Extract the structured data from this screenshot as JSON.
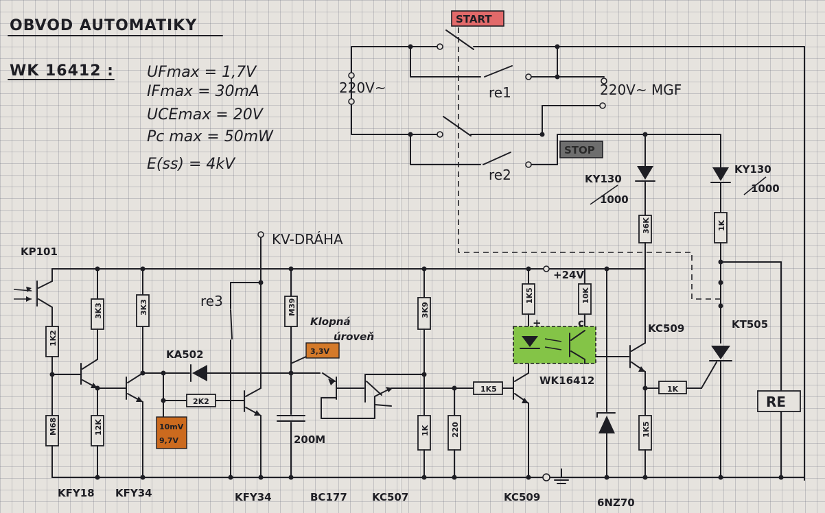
{
  "title": "OBVOD AUTOMATIKY",
  "spec": {
    "header": "WK 16412 :",
    "lines": [
      "UFmax = 1,7V",
      "IFmax = 30mA",
      "UCEmax = 20V",
      "Pc max = 50mW",
      "E(ss) = 4kV"
    ]
  },
  "tags": {
    "start": "START",
    "stop": "STOP",
    "level": "3,3V",
    "voltage_a": "10mV",
    "voltage_b": "9,7V"
  },
  "labels": {
    "supply_left": "220V~",
    "supply_right": "220V~ MGF",
    "relay1": "re1",
    "relay2": "re2",
    "relay3": "re3",
    "kv_draha": "KV-DRÁHA",
    "plus24": "+24V",
    "klopna1": "Klopná",
    "klopna2": "úroveň",
    "optocoupler": "WK16412",
    "re_box": "RE",
    "kp101": "KP101",
    "ka502": "KA502",
    "cap": "200M",
    "d1a": "KY130",
    "d1b": "1000",
    "d2a": "KY130",
    "d2b": "1000",
    "kc509_top": "KC509",
    "kt505": "KT505",
    "plus": "+",
    "c": "c"
  },
  "bottom_labels": [
    "KFY18",
    "KFY34",
    "KFY34",
    "BC177",
    "KC507",
    "KC509",
    "6NZ70"
  ],
  "resistors": {
    "r1k2": "1K2",
    "r3k3a": "3K3",
    "r3k3b": "3K3",
    "rm68": "M68",
    "r12k": "12K",
    "r2k2": "2K2",
    "rm39": "M39",
    "r3k9": "3K9",
    "r1k": "1K",
    "r220": "220",
    "r1k5a": "1K5",
    "r1k5b": "1K5",
    "r10k": "10K",
    "r36k": "36K",
    "r1kb": "1K",
    "r1kc": "1K",
    "r1k5c": "1K5"
  },
  "colors": {
    "start_tag": "#e26a6a",
    "stop_tag": "#6e6e6e",
    "level_tag": "#d47a2a",
    "voltage_tag": "#cc6a1e",
    "opto_fill": "#84c447"
  }
}
